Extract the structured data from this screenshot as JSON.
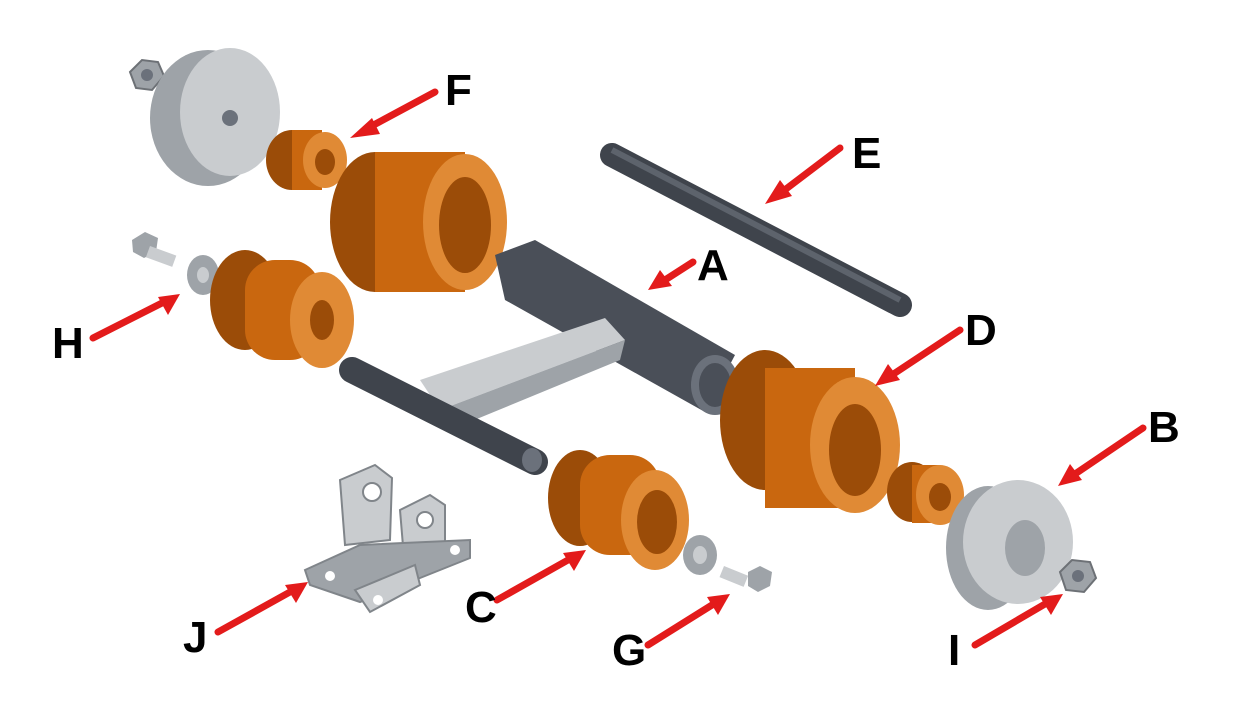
{
  "labels": {
    "A": "A",
    "B": "B",
    "C": "C",
    "D": "D",
    "E": "E",
    "F": "F",
    "G": "G",
    "H": "H",
    "I": "I",
    "J": "J"
  },
  "colors": {
    "arrow": "#e31b1b",
    "bronze": "#c9670f",
    "steel": "#4a4f58",
    "grey": "#9ea3a8"
  }
}
